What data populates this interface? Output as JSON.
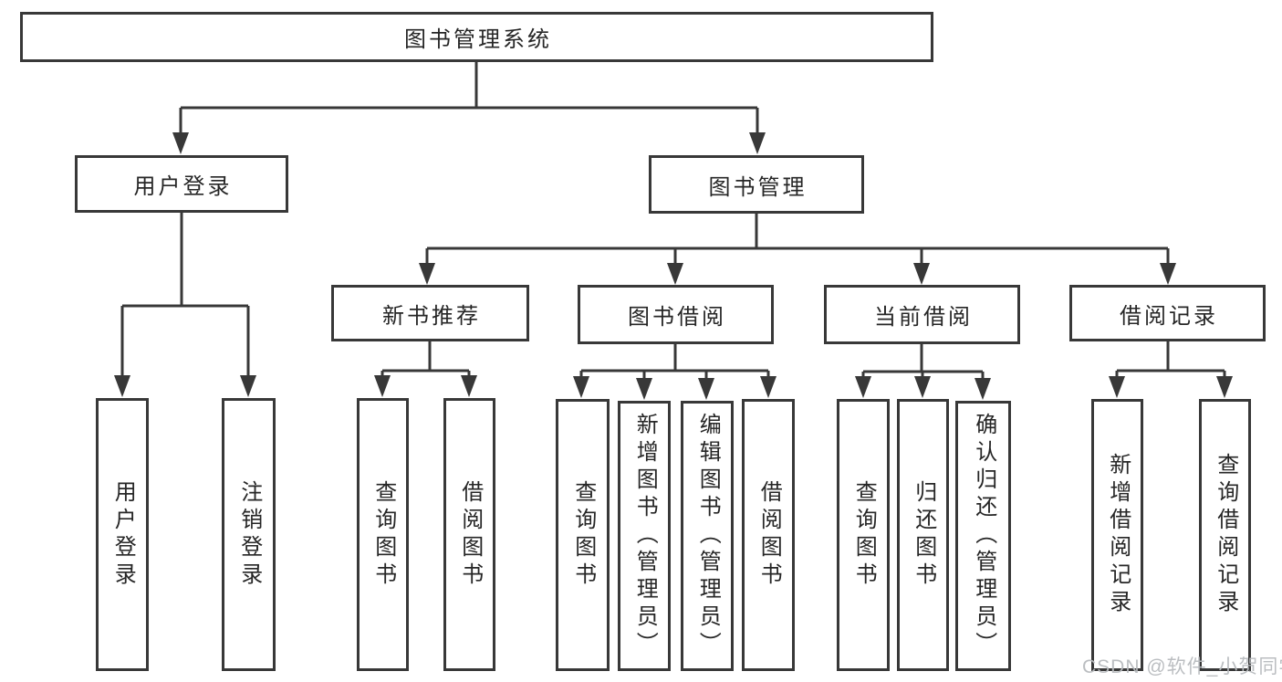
{
  "diagram": {
    "root": "图书管理系统",
    "user_login": {
      "label": "用户登录",
      "children": [
        "用户登录",
        "注销登录"
      ]
    },
    "book_management": {
      "label": "图书管理",
      "modules": {
        "new_book_recommend": {
          "label": "新书推荐",
          "children": [
            "查询图书",
            "借阅图书"
          ]
        },
        "book_borrowing": {
          "label": "图书借阅",
          "children": [
            "查询图书",
            "新增图书（管理员）",
            "编辑图书（管理员）",
            "借阅图书"
          ]
        },
        "current_borrowing": {
          "label": "当前借阅",
          "children": [
            "查询图书",
            "归还图书",
            "确认归还（管理员）"
          ]
        },
        "borrowing_records": {
          "label": "借阅记录",
          "children": [
            "新增借阅记录",
            "查询借阅记录"
          ]
        }
      }
    }
  },
  "colors": {
    "line": "#383838",
    "text": "#262626",
    "watermark": "#b7bbbe"
  },
  "watermark": "CSDN @软件_小贺同学"
}
